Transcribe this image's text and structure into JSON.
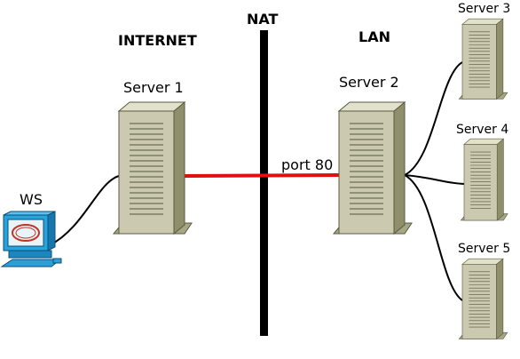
{
  "labels": {
    "internet": "INTERNET",
    "nat": "NAT",
    "lan": "LAN",
    "port": "port 80"
  },
  "nodes": {
    "ws": "WS",
    "server1": "Server 1",
    "server2": "Server 2",
    "server3": "Server 3",
    "server4": "Server 4",
    "server5": "Server 5"
  },
  "colors": {
    "nat_barrier": "#000000",
    "port_link": "#e01010",
    "link": "#000000",
    "server_front": "#cbcab0",
    "server_top": "#e2e1cc",
    "server_side": "#8f8f6b",
    "workstation": "#29a3dc"
  }
}
